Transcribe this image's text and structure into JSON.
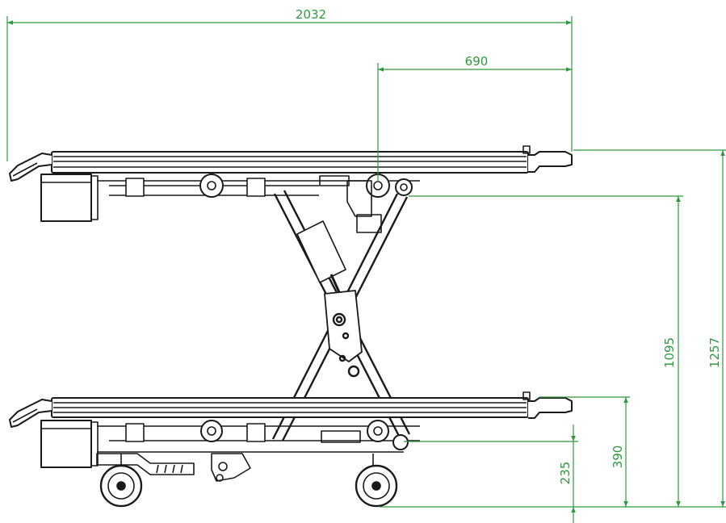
{
  "colors": {
    "dimension": "#2e9a3f",
    "line": "#1a1a1a",
    "background": "#ffffff"
  },
  "dimensions": {
    "overall_length": "2032",
    "upper_section_length": "690",
    "max_height": "1257",
    "lift_height": "1095",
    "min_height": "390",
    "base_height": "235"
  }
}
